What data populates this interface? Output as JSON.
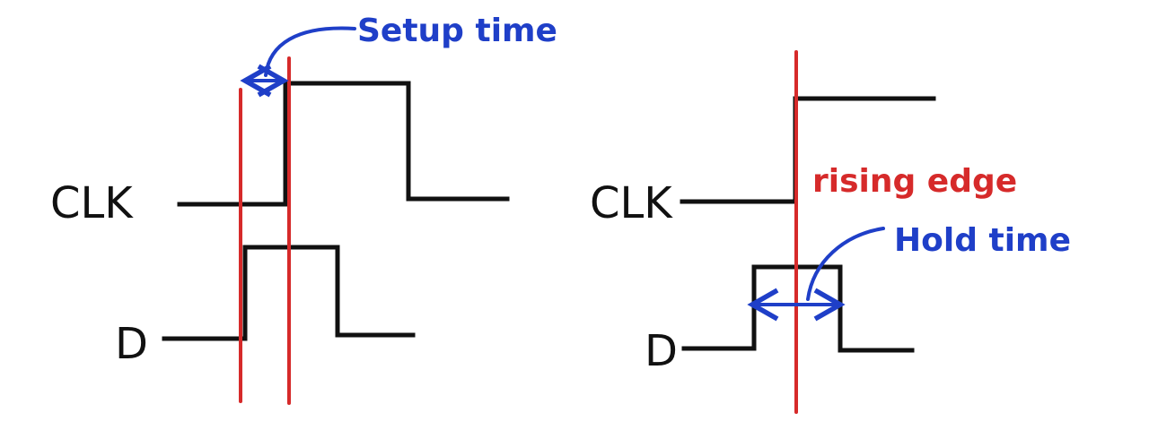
{
  "colors": {
    "signal": "#111111",
    "marker": "#d62a2a",
    "annotation": "#1f3fc8"
  },
  "setup_diagram": {
    "clk_label": "CLK",
    "d_label": "D",
    "annotation": "Setup time"
  },
  "hold_diagram": {
    "clk_label": "CLK",
    "d_label": "D",
    "edge_annotation": "rising edge",
    "annotation": "Hold time"
  }
}
